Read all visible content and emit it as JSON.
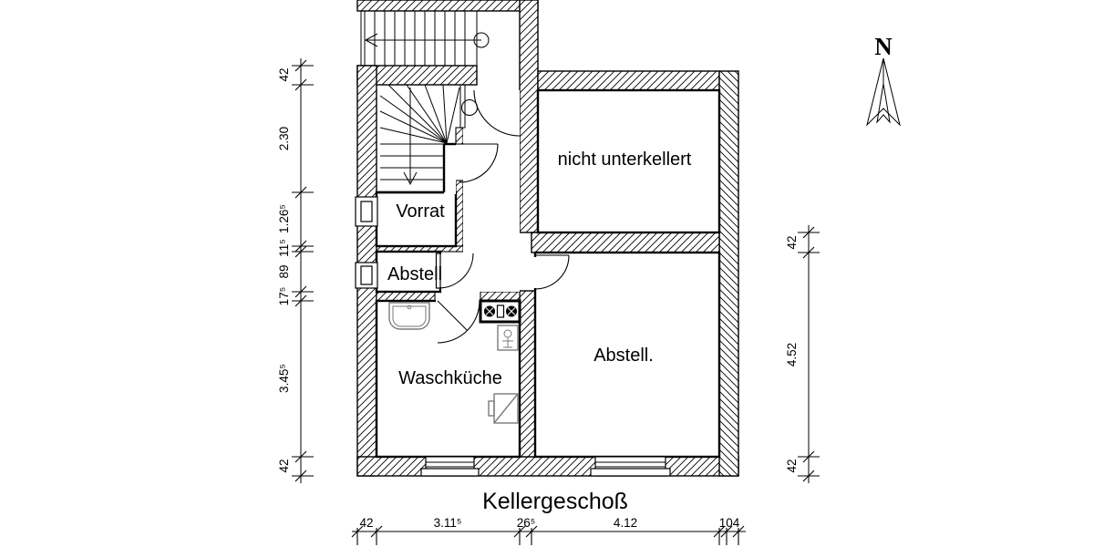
{
  "title": {
    "text": "Kellergeschoß"
  },
  "compass": {
    "label": "N",
    "icon": "north-arrow-icon"
  },
  "rooms": {
    "vorrat": {
      "label": "Vorrat"
    },
    "abstell_small": {
      "label": "Abstell"
    },
    "nicht_unterkellert": {
      "label": "nicht unterkellert"
    },
    "abstell_large": {
      "label": "Abstell."
    },
    "waschkueche": {
      "label": "Waschküche"
    }
  },
  "dimensions": {
    "left": [
      "42",
      "2.30",
      "1.26⁵",
      "11⁵",
      "89",
      "17⁵",
      "3.45⁵",
      "42"
    ],
    "right": [
      "42",
      "4.52",
      "42"
    ],
    "bottom": [
      "42",
      "3.11⁵",
      "26⁵",
      "4.12",
      "104"
    ]
  },
  "fixtures": {
    "sink": "sink-icon",
    "stove": "stove-icon",
    "boiler": "boiler-icon",
    "washing_machine": "washing-machine-icon",
    "stair_up": "staircase-up-icon",
    "stair_down": "staircase-down-icon"
  },
  "colors": {
    "line": "#000000",
    "fixture_line": "#7a7a7a",
    "background": "#ffffff"
  }
}
